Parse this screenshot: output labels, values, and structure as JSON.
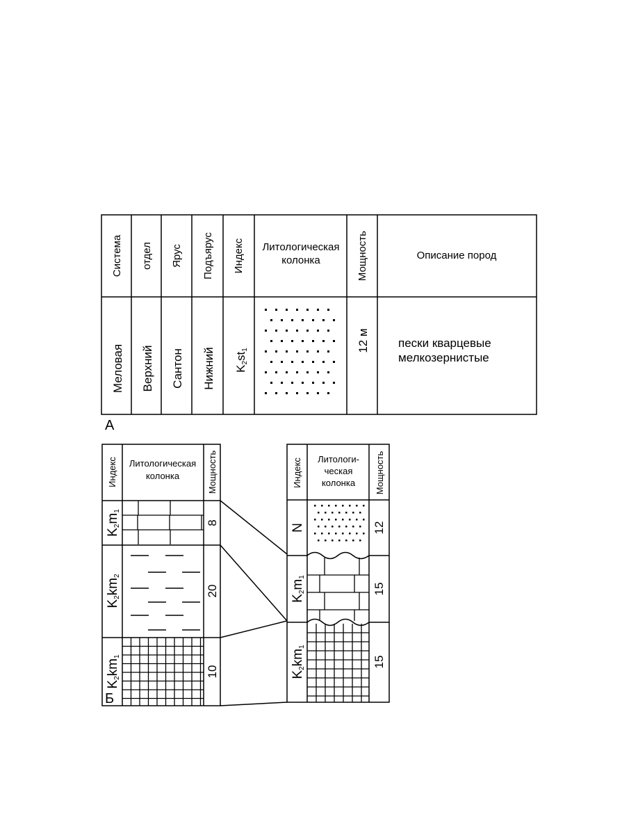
{
  "panel_a": {
    "label": "А",
    "headers": {
      "system": "Система",
      "series": "отдел",
      "stage": "Ярус",
      "substage": "Подъярус",
      "index": "Индекс",
      "lithology_line1": "Литологическая",
      "lithology_line2": "колонка",
      "thickness": "Мощность",
      "description": "Описание пород"
    },
    "row": {
      "system": "Меловая",
      "series": "Верхний",
      "stage": "Сантон",
      "substage": "Нижний",
      "index": {
        "base": "K",
        "sub1": "2",
        "mid": "st",
        "sub2": "1"
      },
      "thickness": "12 м",
      "description_line1": "пески  кварцевые",
      "description_line2": "мелкозернистые"
    }
  },
  "panel_b": {
    "label": "Б",
    "left": {
      "headers": {
        "index": "Индекс",
        "lithology_line1": "Литологическая",
        "lithology_line2": "колонка",
        "thickness": "Мощность"
      },
      "layers": [
        {
          "index": {
            "base": "K",
            "sub1": "2",
            "mid": "m",
            "sub2": "1"
          },
          "thickness": "8"
        },
        {
          "index": {
            "base": "K",
            "sub1": "2",
            "mid": "km",
            "sub2": "2"
          },
          "thickness": "20"
        },
        {
          "index": {
            "base": "K",
            "sub1": "2",
            "mid": "km",
            "sub2": "1"
          },
          "thickness": "10"
        }
      ]
    },
    "right": {
      "headers": {
        "index": "Индекс",
        "lithology_line1": "Литологи-",
        "lithology_line2": "ческая",
        "lithology_line3": "колонка",
        "thickness": "Мощность"
      },
      "layers": [
        {
          "index": {
            "base": "N",
            "sub1": "",
            "mid": "",
            "sub2": ""
          },
          "thickness": "12"
        },
        {
          "index": {
            "base": "K",
            "sub1": "2",
            "mid": "m",
            "sub2": "1"
          },
          "thickness": "15"
        },
        {
          "index": {
            "base": "K",
            "sub1": "2",
            "mid": "km",
            "sub2": "1"
          },
          "thickness": "15"
        }
      ]
    }
  }
}
